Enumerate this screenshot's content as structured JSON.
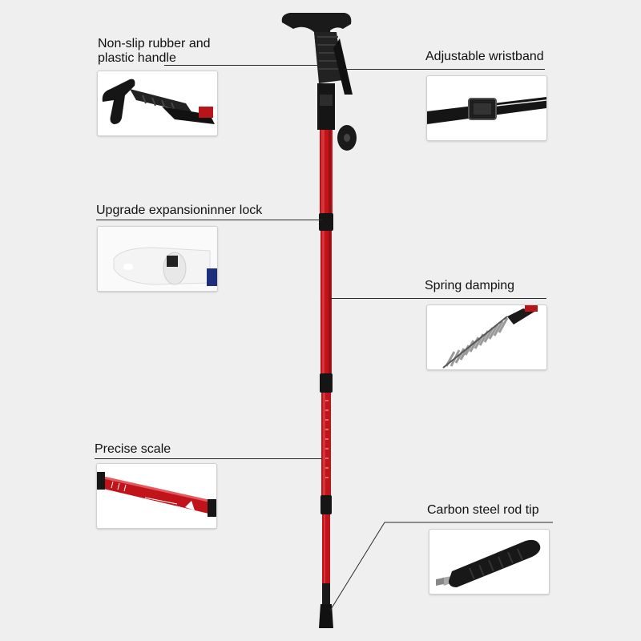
{
  "product": "Trekking pole",
  "colors": {
    "background": "#efefef",
    "pole": "#c0141a",
    "grip": "#1a1a1a",
    "callout_line": "#2a2a2a"
  },
  "features": [
    {
      "id": "handle",
      "label": "Non-slip rubber and plastic handle",
      "icon": "handle-closeup"
    },
    {
      "id": "wristband",
      "label": "Adjustable wristband",
      "icon": "strap-buckle-closeup"
    },
    {
      "id": "lock",
      "label": "Upgrade expansioninner lock",
      "icon": "expansion-lock-closeup"
    },
    {
      "id": "spring",
      "label": "Spring damping",
      "icon": "spring-closeup"
    },
    {
      "id": "scale",
      "label": "Precise scale",
      "icon": "scale-markings-closeup"
    },
    {
      "id": "tip",
      "label": "Carbon steel rod tip",
      "icon": "rod-tip-closeup"
    }
  ]
}
